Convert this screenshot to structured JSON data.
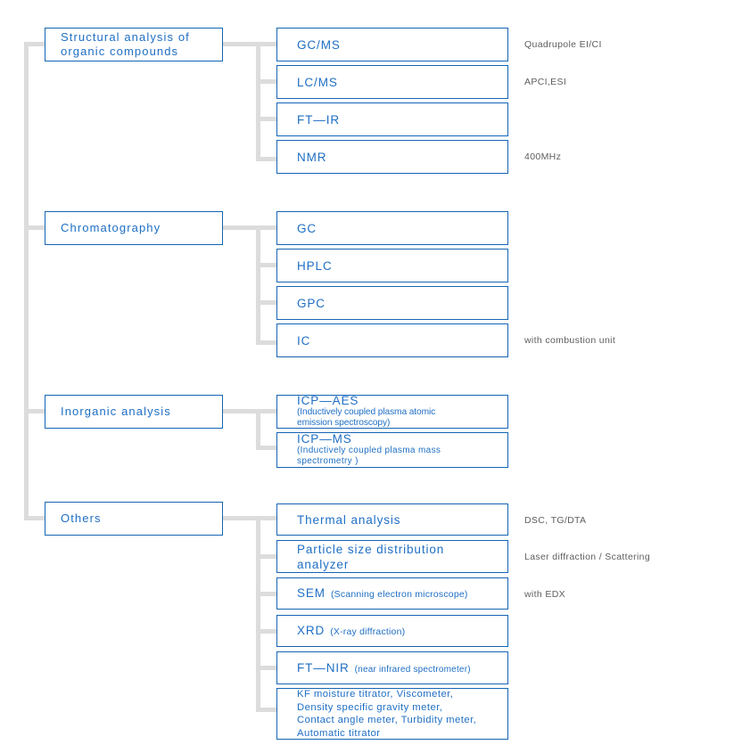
{
  "diagram": {
    "type": "tree",
    "orientation": "left-to-right",
    "colors": {
      "box_border": "#1565b5",
      "box_text": "#1f6fc4",
      "connector": "#dcdcdc",
      "note_text": "#5e5e5e",
      "background": "#ffffff"
    },
    "groups": [
      {
        "id": "structural-analysis",
        "parent_label": "Structural analysis of\norganic compounds",
        "children": [
          {
            "label": "GC/MS",
            "sub": "",
            "note": "Quadrupole EI/CI"
          },
          {
            "label": "LC/MS",
            "sub": "",
            "note": "APCI,ESI"
          },
          {
            "label": "FT—IR",
            "sub": "",
            "note": ""
          },
          {
            "label": "NMR",
            "sub": "",
            "note": "400MHz"
          }
        ]
      },
      {
        "id": "chromatography",
        "parent_label": "Chromatography",
        "children": [
          {
            "label": "GC",
            "sub": "",
            "note": ""
          },
          {
            "label": "HPLC",
            "sub": "",
            "note": ""
          },
          {
            "label": "GPC",
            "sub": "",
            "note": ""
          },
          {
            "label": "IC",
            "sub": "",
            "note": "with combustion unit"
          }
        ]
      },
      {
        "id": "inorganic-analysis",
        "parent_label": "Inorganic analysis",
        "children": [
          {
            "label": "ICP—AES",
            "sub": "(Inductively coupled plasma atomic\n emission spectroscopy)",
            "note": ""
          },
          {
            "label": "ICP—MS",
            "sub": "(Inductively coupled plasma mass\n spectrometry )",
            "note": ""
          }
        ]
      },
      {
        "id": "others",
        "parent_label": "Others",
        "children": [
          {
            "label": "Thermal analysis",
            "sub": "",
            "note": "DSC, TG/DTA"
          },
          {
            "label": "Particle size distribution\nanalyzer",
            "sub": "",
            "note": "Laser diffraction / Scattering"
          },
          {
            "label": "SEM",
            "sub": "(Scanning electron microscope)",
            "note": "with EDX"
          },
          {
            "label": "XRD",
            "sub": "(X-ray diffraction)",
            "note": ""
          },
          {
            "label": "FT—NIR",
            "sub": "(near infrared spectrometer)",
            "note": ""
          },
          {
            "label": "KF moisture titrator, Viscometer,\nDensity specific gravity meter,\nContact angle meter, Turbidity meter,\nAutomatic titrator",
            "sub": "",
            "note": ""
          }
        ]
      }
    ]
  }
}
